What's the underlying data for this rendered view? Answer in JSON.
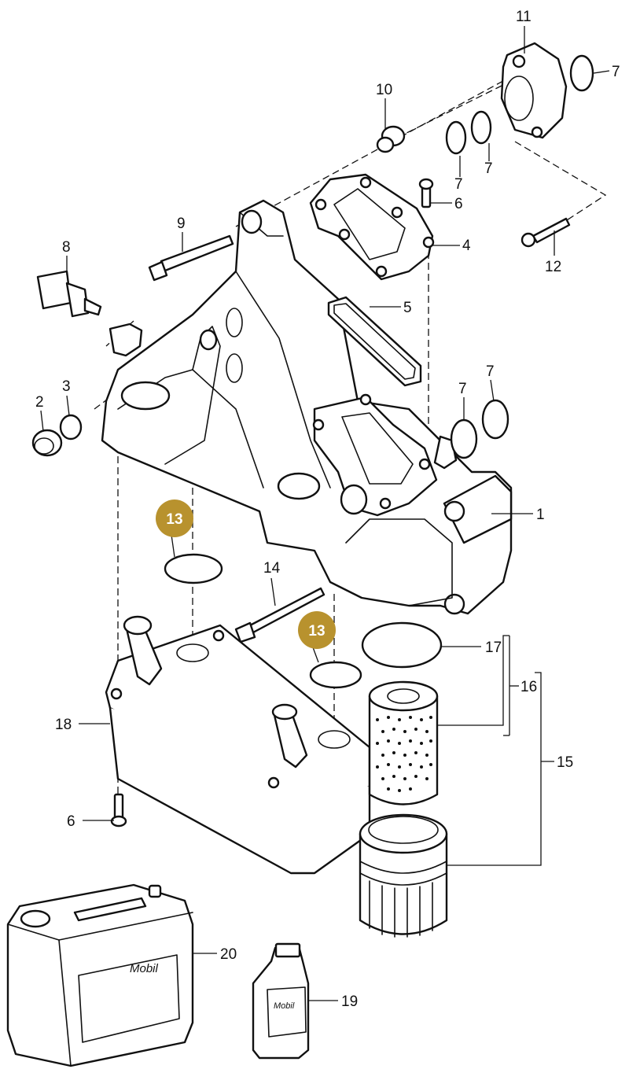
{
  "callouts": {
    "c1": "1",
    "c2": "2",
    "c3": "3",
    "c4": "4",
    "c5": "5",
    "c6_top": "6",
    "c6_bottom": "6",
    "c7_a": "7",
    "c7_b": "7",
    "c7_c": "7",
    "c7_d": "7",
    "c7_e": "7",
    "c8": "8",
    "c9": "9",
    "c10": "10",
    "c11": "11",
    "c12": "12",
    "c13_a": "13",
    "c13_b": "13",
    "c14": "14",
    "c15": "15",
    "c16": "16",
    "c17": "17",
    "c18": "18",
    "c19": "19",
    "c20": "20"
  },
  "brand": {
    "canister": "Mobil",
    "bottle": "Mobil"
  },
  "colors": {
    "badge": "#b8922e",
    "line": "#111111",
    "background": "#ffffff"
  }
}
